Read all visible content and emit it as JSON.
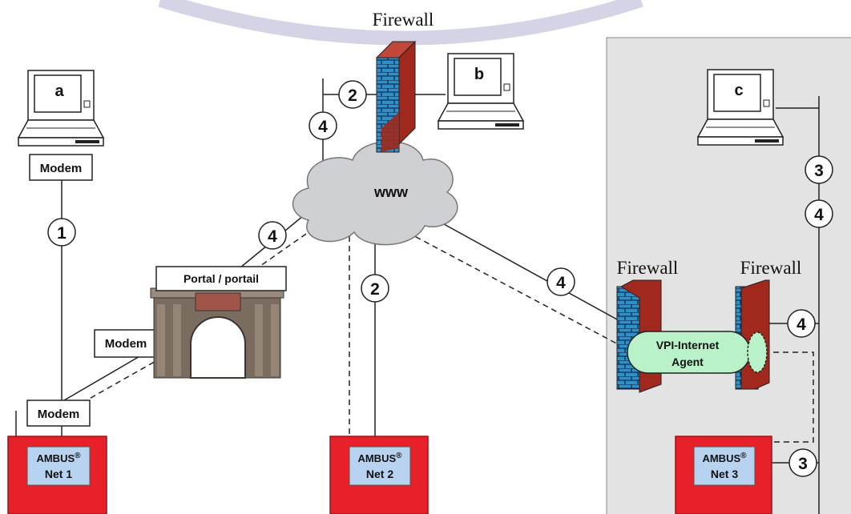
{
  "colors": {
    "net_box_fill": "#e8202a",
    "net_label_fill": "#b7d3f0",
    "firewall_fill": "#a0281c",
    "firewall_bricks": "#2f90c8",
    "cloud_fill": "#cfd0d4",
    "zone_fill": "#e3e3e3",
    "tunnel_fill": "#b9f2c9",
    "watermark": "#d4d4e6"
  },
  "computers": [
    {
      "letter": "a",
      "icon": "laptop-icon"
    },
    {
      "letter": "b",
      "icon": "laptop-icon"
    },
    {
      "letter": "c",
      "icon": "laptop-icon"
    }
  ],
  "modems": [
    "Modem",
    "Modem",
    "Modem"
  ],
  "firewalls": [
    "Firewall",
    "Firewall",
    "Firewall"
  ],
  "cloud_label": "www",
  "portal_label": "Portal / portail",
  "tunnel_label_1": "VPI-Internet",
  "tunnel_label_2": "Agent",
  "nets": [
    {
      "brand": "AMBUS",
      "mark": "®",
      "name": "Net 1"
    },
    {
      "brand": "AMBUS",
      "mark": "®",
      "name": "Net 2"
    },
    {
      "brand": "AMBUS",
      "mark": "®",
      "name": "Net 3"
    }
  ],
  "connection_numbers": [
    "1",
    "2",
    "2",
    "3",
    "3",
    "4",
    "4",
    "4",
    "4",
    "4"
  ]
}
